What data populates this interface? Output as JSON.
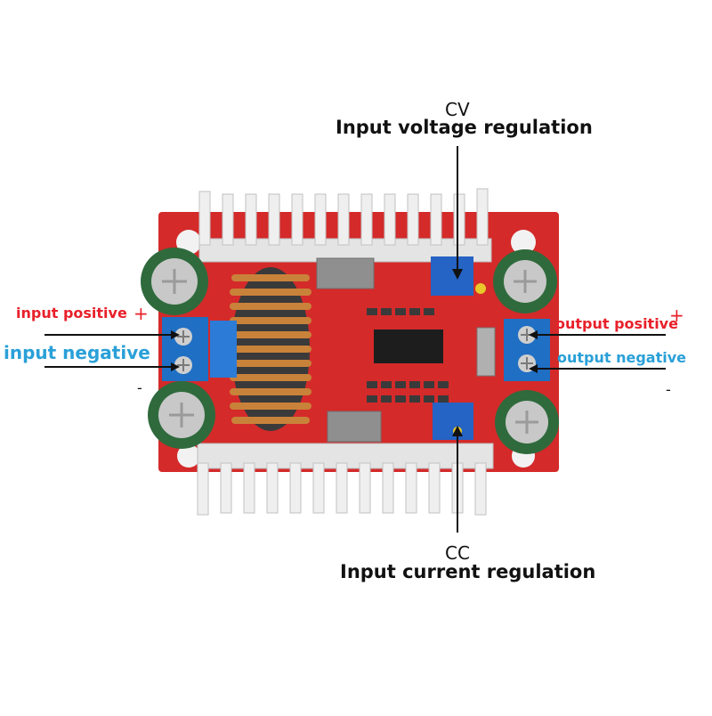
{
  "labels": {
    "cv_short": "CV",
    "cv_title": "Input voltage regulation",
    "cc_short": "CC",
    "cc_title": "Input current regulation",
    "input_positive": "input positive",
    "input_negative": "input negative",
    "output_positive": "output positive",
    "output_negative": "output negative",
    "plus_sign": "+",
    "minus_sign": "-"
  },
  "colors": {
    "positive_label": "#e8202a",
    "negative_label": "#2aa0d8",
    "board": "#d42a2a",
    "heatsink": "#ececec",
    "terminal_block": "#1f6fc4",
    "capacitor": "#2f6a3c",
    "copper_coil": "#c9823a"
  }
}
